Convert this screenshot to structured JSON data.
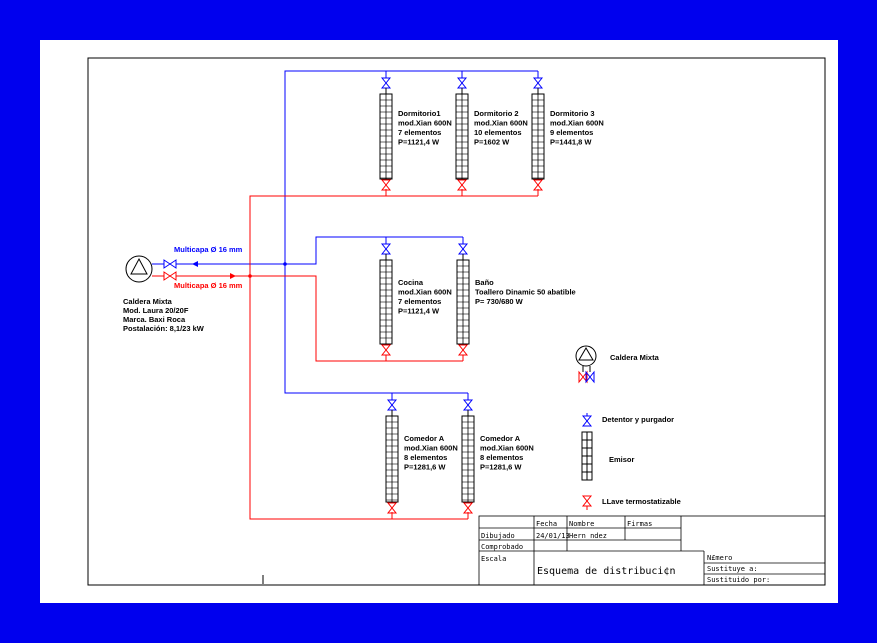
{
  "colors": {
    "background": "#0000ee",
    "sheet": "#ffffff",
    "supply": "#0000ff",
    "return": "#ff0000",
    "lines": "#000000"
  },
  "pipes": {
    "supply_label": "Multicapa Ø 16 mm",
    "return_label": "Multicapa Ø 16 mm"
  },
  "boiler": {
    "lines": [
      "Caldera Mixta",
      "Mod. Laura 20/20F",
      "Marca. Baxi Roca",
      "Postalación: 8,1/23 kW"
    ]
  },
  "rooms": [
    {
      "id": "dormitorio1",
      "lines": [
        "Dormitorio1",
        "mod.Xian 600N",
        "7 elementos",
        "P=1121,4 W"
      ]
    },
    {
      "id": "dormitorio2",
      "lines": [
        "Dormitorio 2",
        "mod.Xian 600N",
        "10 elementos",
        "P=1602 W"
      ]
    },
    {
      "id": "dormitorio3",
      "lines": [
        "Dormitorio 3",
        "mod.Xian 600N",
        "9 elementos",
        "P=1441,8 W"
      ]
    },
    {
      "id": "cocina",
      "lines": [
        "Cocina",
        "mod.Xian 600N",
        "7 elementos",
        "P=1121,4 W"
      ]
    },
    {
      "id": "bano",
      "lines": [
        "Baño",
        "Toallero Dinamic 50 abatible",
        "P= 730/680 W"
      ]
    },
    {
      "id": "comedor1",
      "lines": [
        "Comedor A",
        "mod.Xian 600N",
        "8 elementos",
        "P=1281,6 W"
      ]
    },
    {
      "id": "comedor2",
      "lines": [
        "Comedor A",
        "mod.Xian 600N",
        "8 elementos",
        "P=1281,6 W"
      ]
    }
  ],
  "legend": {
    "boiler": "Caldera Mixta",
    "detentor": "Detentor y purgador",
    "emisor": "Emisor",
    "llave": "LLave termostatizable"
  },
  "title_block": {
    "fecha": "Fecha",
    "nombre": "Nombre",
    "firmas": "Firmas",
    "dibujado": "Dibujado",
    "fecha_val": "24/01/13",
    "nombre_val": "Hern ndez",
    "comprobado": "Comprobado",
    "escala": "Escala",
    "titulo": "Esquema de distribuci¢n",
    "numero": "N£mero",
    "sustituye": "Sustituye a:",
    "sustituido": "Sustituido por:"
  }
}
